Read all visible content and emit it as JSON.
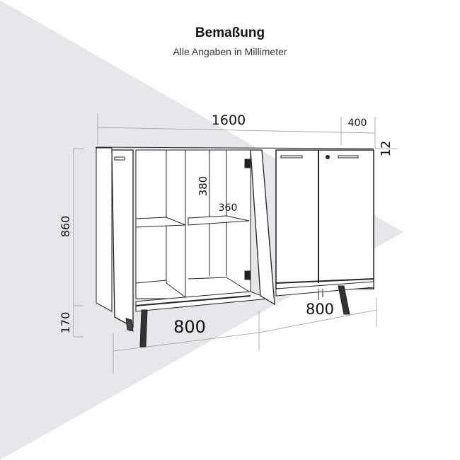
{
  "header": {
    "title": "Bemaßung",
    "subtitle": "Alle Angaben in Millimeter"
  },
  "dimensions": {
    "total_width": "1600",
    "depth": "400",
    "top_thickness": "12",
    "body_height": "860",
    "leg_height": "170",
    "section_width_left": "800",
    "section_width_right": "800",
    "compartment_height": "380",
    "shelf_depth": "360"
  },
  "colors": {
    "background": "#ffffff",
    "triangle": "#e6e7ea",
    "line": "#222222"
  }
}
